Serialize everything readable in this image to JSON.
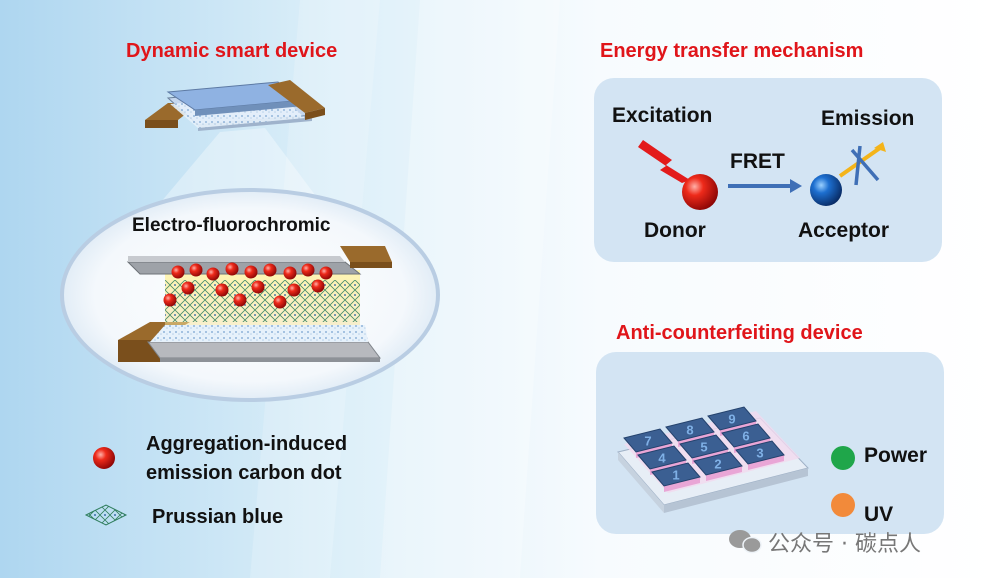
{
  "sections": {
    "dynamic": {
      "title": "Dynamic smart device",
      "inset_label": "Electro-fluorochromic"
    },
    "energy": {
      "title": "Energy transfer mechanism",
      "excitation": "Excitation",
      "emission": "Emission",
      "fret": "FRET",
      "donor": "Donor",
      "acceptor": "Acceptor"
    },
    "anti": {
      "title": "Anti-counterfeiting device",
      "power": "Power",
      "uv": "UV",
      "keypad_digits": [
        "7",
        "4",
        "1",
        "8",
        "5",
        "2",
        "9",
        "6",
        "3"
      ]
    }
  },
  "legend": {
    "aie_line1": "Aggregation-induced",
    "aie_line2": "emission carbon dot",
    "pb": "Prussian blue"
  },
  "watermark": "公众号 · 碳点人",
  "colors": {
    "title_red": "#e0151a",
    "donor_red": "#e11414",
    "acceptor_blue": "#1565c0",
    "power_green": "#1fa64a",
    "uv_orange": "#f28a3a",
    "electrode_brown": "#9a6a2c"
  }
}
